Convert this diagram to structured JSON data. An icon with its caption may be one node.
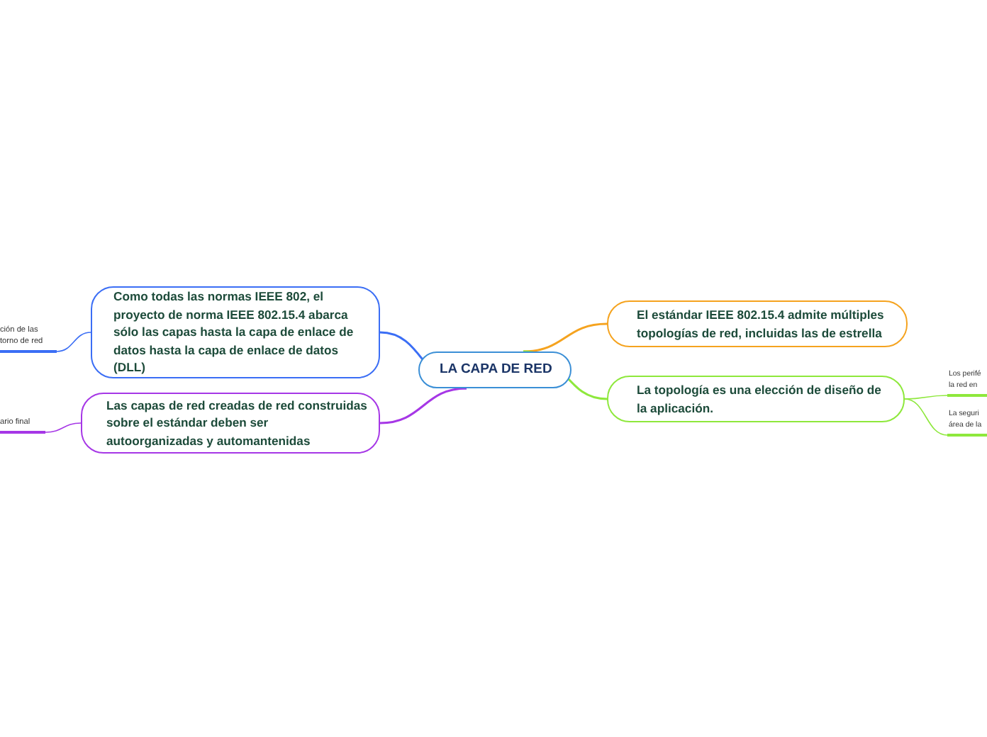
{
  "diagram": {
    "nodes": [
      {
        "text": [
          "LA CAPA DE RED"
        ]
      },
      {
        "text": [
          "El estándar IEEE 802.15.4 admite múltiples topologías de red, incluidas las de estrella"
        ]
      },
      {
        "text": [
          "La topología es una elección de diseño de la aplicación."
        ]
      },
      {
        "text": [
          "Como todas las normas IEEE 802, el proyecto de norma IEEE 802.15.4 abarca sólo las capas hasta la capa de enlace de datos hasta la capa de enlace de datos (DLL)"
        ]
      },
      {
        "text": [
          "Las capas de red creadas de red construidas sobre el estándar deben ser autoorganizadas y automantenidas"
        ]
      },
      {
        "text": [
          "ción de las torno de red"
        ]
      },
      {
        "text": [
          "ario final"
        ]
      },
      {
        "text": [
          "Los perifé la red en"
        ]
      },
      {
        "text": [
          "La seguri área de la"
        ]
      }
    ],
    "edges": [
      {
        "from": 0,
        "to": 1,
        "arrow": "none",
        "color": "#f5a31f"
      },
      {
        "from": 0,
        "to": 2,
        "arrow": "none",
        "color": "#8ee83c"
      },
      {
        "from": 0,
        "to": 3,
        "arrow": "none",
        "color": "#3b6ef5"
      },
      {
        "from": 0,
        "to": 4,
        "arrow": "none",
        "color": "#a637e6"
      },
      {
        "from": 3,
        "to": 5,
        "arrow": "none",
        "color": "#3b6ef5"
      },
      {
        "from": 4,
        "to": 6,
        "arrow": "none",
        "color": "#a637e6"
      },
      {
        "from": 2,
        "to": 7,
        "arrow": "none",
        "color": "#8ee83c"
      },
      {
        "from": 2,
        "to": 8,
        "arrow": "none",
        "color": "#8ee83c"
      }
    ]
  }
}
